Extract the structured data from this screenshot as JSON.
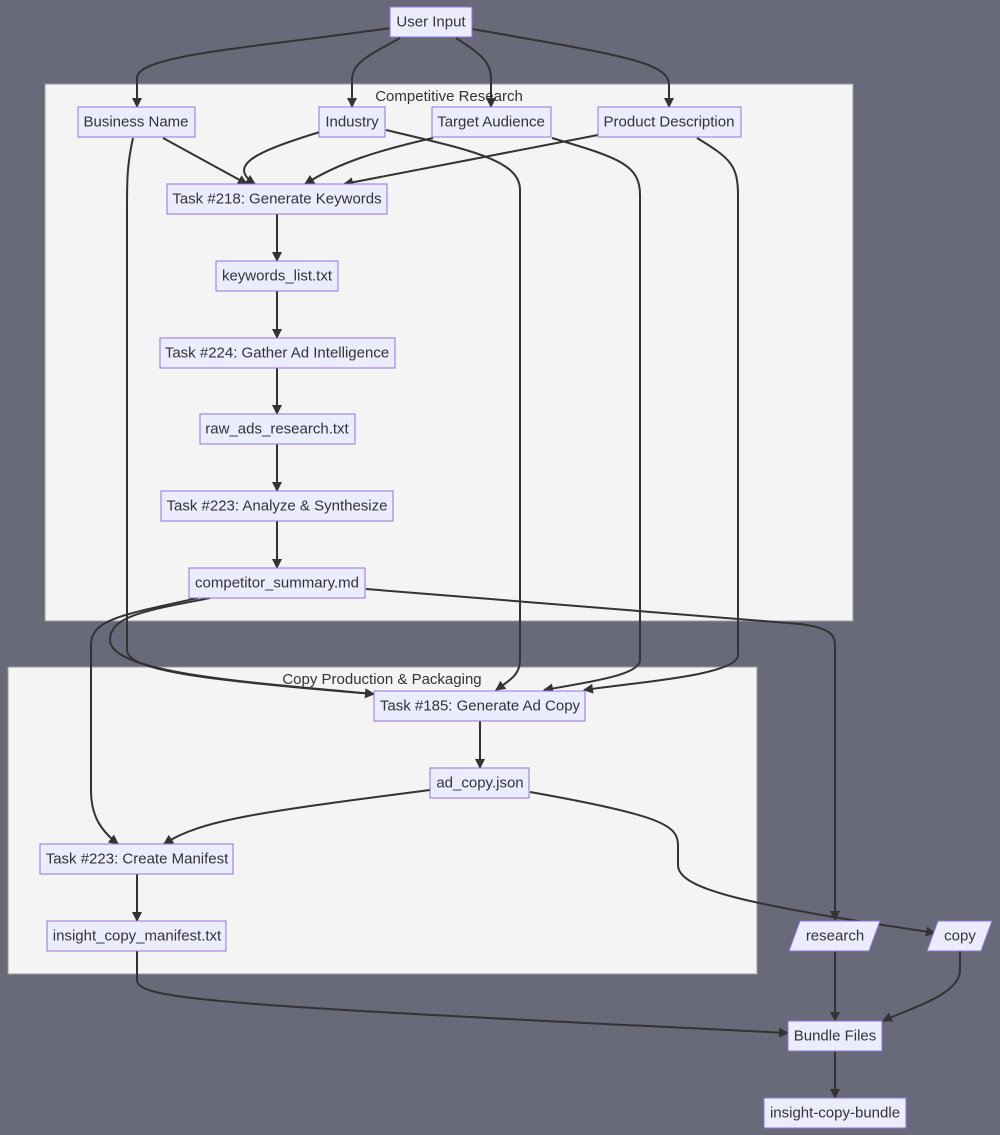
{
  "diagram": {
    "type": "flowchart",
    "colors": {
      "background": "#686a7a",
      "cluster_fill": "#f4f4f4",
      "node_fill": "#ececff",
      "node_stroke": "#9370db",
      "edge": "#333333",
      "text": "#333333"
    },
    "clusters": [
      {
        "id": "competitive_research",
        "label": "Competitive Research"
      },
      {
        "id": "copy_production",
        "label": "Copy Production & Packaging"
      }
    ],
    "nodes": [
      {
        "id": "user_input",
        "label": "User Input",
        "shape": "rect"
      },
      {
        "id": "business_name",
        "label": "Business Name",
        "shape": "rect",
        "cluster": "competitive_research"
      },
      {
        "id": "industry",
        "label": "Industry",
        "shape": "rect",
        "cluster": "competitive_research"
      },
      {
        "id": "target_audience",
        "label": "Target Audience",
        "shape": "rect",
        "cluster": "competitive_research"
      },
      {
        "id": "product_description",
        "label": "Product Description",
        "shape": "rect",
        "cluster": "competitive_research"
      },
      {
        "id": "task_218",
        "label": "Task #218: Generate Keywords",
        "shape": "rect",
        "cluster": "competitive_research"
      },
      {
        "id": "keywords_list",
        "label": "keywords_list.txt",
        "shape": "rect",
        "cluster": "competitive_research"
      },
      {
        "id": "task_224",
        "label": "Task #224: Gather Ad Intelligence",
        "shape": "rect",
        "cluster": "competitive_research"
      },
      {
        "id": "raw_ads",
        "label": "raw_ads_research.txt",
        "shape": "rect",
        "cluster": "competitive_research"
      },
      {
        "id": "task_223a",
        "label": "Task #223: Analyze & Synthesize",
        "shape": "rect",
        "cluster": "competitive_research"
      },
      {
        "id": "competitor_summary",
        "label": "competitor_summary.md",
        "shape": "rect",
        "cluster": "competitive_research"
      },
      {
        "id": "task_185",
        "label": "Task #185: Generate Ad Copy",
        "shape": "rect",
        "cluster": "copy_production"
      },
      {
        "id": "ad_copy",
        "label": "ad_copy.json",
        "shape": "rect",
        "cluster": "copy_production"
      },
      {
        "id": "task_223b",
        "label": "Task #223: Create Manifest",
        "shape": "rect",
        "cluster": "copy_production"
      },
      {
        "id": "manifest",
        "label": "insight_copy_manifest.txt",
        "shape": "rect",
        "cluster": "copy_production"
      },
      {
        "id": "research",
        "label": "research",
        "shape": "parallelogram"
      },
      {
        "id": "copy",
        "label": "copy",
        "shape": "parallelogram"
      },
      {
        "id": "bundle_files",
        "label": "Bundle Files",
        "shape": "rect"
      },
      {
        "id": "bundle",
        "label": "insight-copy-bundle",
        "shape": "rect"
      }
    ],
    "edges": [
      {
        "from": "user_input",
        "to": "business_name"
      },
      {
        "from": "user_input",
        "to": "industry"
      },
      {
        "from": "user_input",
        "to": "target_audience"
      },
      {
        "from": "user_input",
        "to": "product_description"
      },
      {
        "from": "business_name",
        "to": "task_218"
      },
      {
        "from": "industry",
        "to": "task_218"
      },
      {
        "from": "target_audience",
        "to": "task_218"
      },
      {
        "from": "product_description",
        "to": "task_218"
      },
      {
        "from": "task_218",
        "to": "keywords_list"
      },
      {
        "from": "keywords_list",
        "to": "task_224"
      },
      {
        "from": "task_224",
        "to": "raw_ads"
      },
      {
        "from": "raw_ads",
        "to": "task_223a"
      },
      {
        "from": "task_223a",
        "to": "competitor_summary"
      },
      {
        "from": "business_name",
        "to": "task_185"
      },
      {
        "from": "industry",
        "to": "task_185"
      },
      {
        "from": "target_audience",
        "to": "task_185"
      },
      {
        "from": "product_description",
        "to": "task_185"
      },
      {
        "from": "competitor_summary",
        "to": "task_185"
      },
      {
        "from": "task_185",
        "to": "ad_copy"
      },
      {
        "from": "competitor_summary",
        "to": "task_223b"
      },
      {
        "from": "ad_copy",
        "to": "task_223b"
      },
      {
        "from": "task_223b",
        "to": "manifest"
      },
      {
        "from": "competitor_summary",
        "to": "research"
      },
      {
        "from": "ad_copy",
        "to": "copy"
      },
      {
        "from": "research",
        "to": "bundle_files"
      },
      {
        "from": "copy",
        "to": "bundle_files"
      },
      {
        "from": "manifest",
        "to": "bundle_files"
      },
      {
        "from": "bundle_files",
        "to": "bundle"
      }
    ]
  }
}
